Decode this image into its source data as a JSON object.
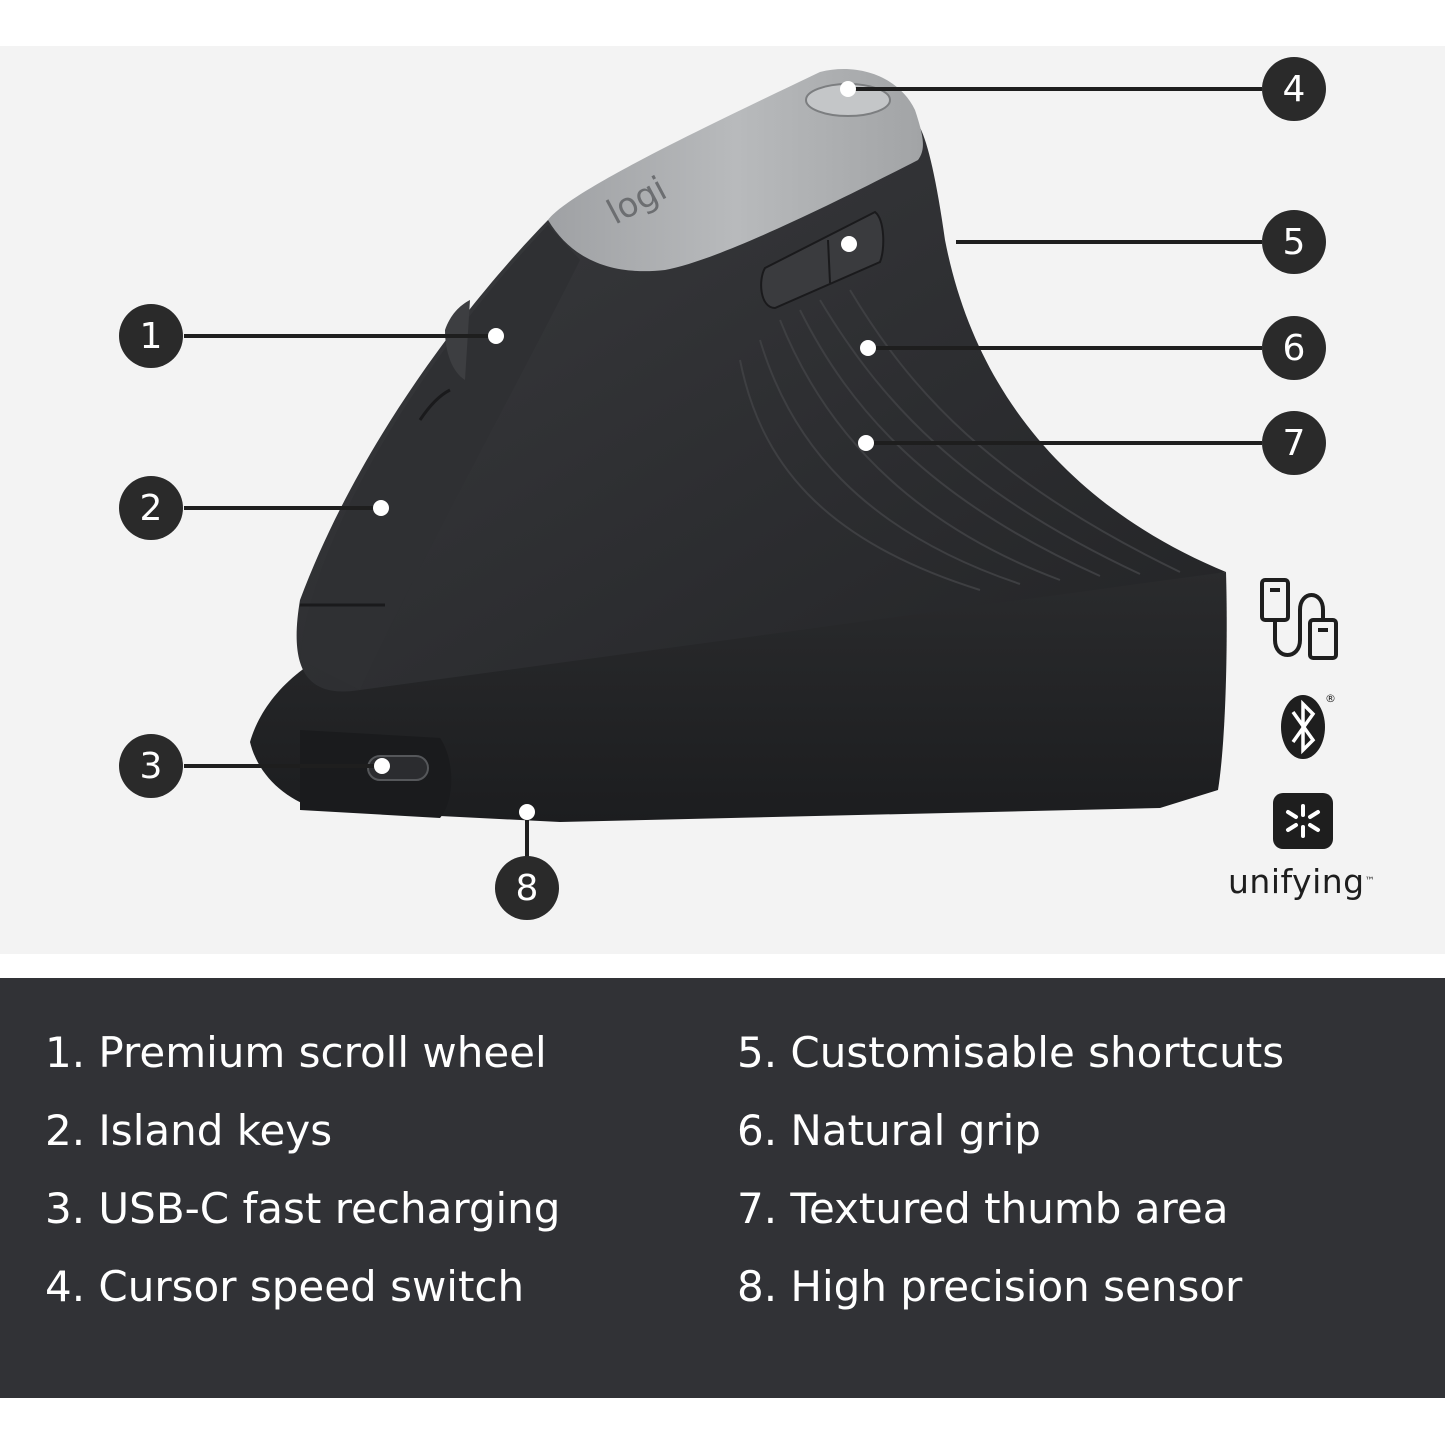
{
  "logo_text": "logi",
  "callouts": [
    "1",
    "2",
    "3",
    "4",
    "5",
    "6",
    "7",
    "8"
  ],
  "connectivity": {
    "icons": [
      "usb-cable-icon",
      "bluetooth-icon",
      "unifying-icon"
    ],
    "bluetooth_mark": "®",
    "unifying_label": "unifying",
    "unifying_mark": "™"
  },
  "legend": {
    "items": [
      "1. Premium scroll wheel",
      "2. Island keys",
      "3. USB-C fast recharging",
      "4. Cursor speed switch",
      "5. Customisable shortcuts",
      "6. Natural grip",
      "7. Textured thumb area",
      "8. High precision sensor"
    ]
  },
  "colors": {
    "background": "#f3f3f3",
    "legend_bar": "#313236",
    "callout": "#2a2a2a",
    "mouse_body": "#2c2c2e",
    "top_panel": "#a9abad"
  }
}
